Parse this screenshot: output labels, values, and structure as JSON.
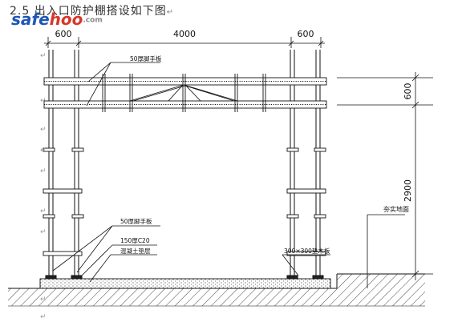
{
  "heading": {
    "text": "2.5 出入口防护棚搭设如下图",
    "return_mark": "↵"
  },
  "watermark": {
    "part_a": "safe",
    "part_b": "hoo",
    "part_c": ".com"
  },
  "dimensions": {
    "left_span": "600",
    "middle_span": "4000",
    "right_span": "600",
    "top_layer_height": "600",
    "column_height": "2900"
  },
  "labels": {
    "top_plank": "50厚脚手板",
    "mid_plank": "50厚脚手板",
    "concrete": "150厚C20",
    "concrete_note": "混凝土垫层",
    "pad": "300×300垫木板",
    "ground": "夯实地面"
  },
  "colors": {
    "line": "#111111",
    "hatch": "#333333",
    "logo_blue": "#1f56b6",
    "logo_red": "#d8362a"
  }
}
